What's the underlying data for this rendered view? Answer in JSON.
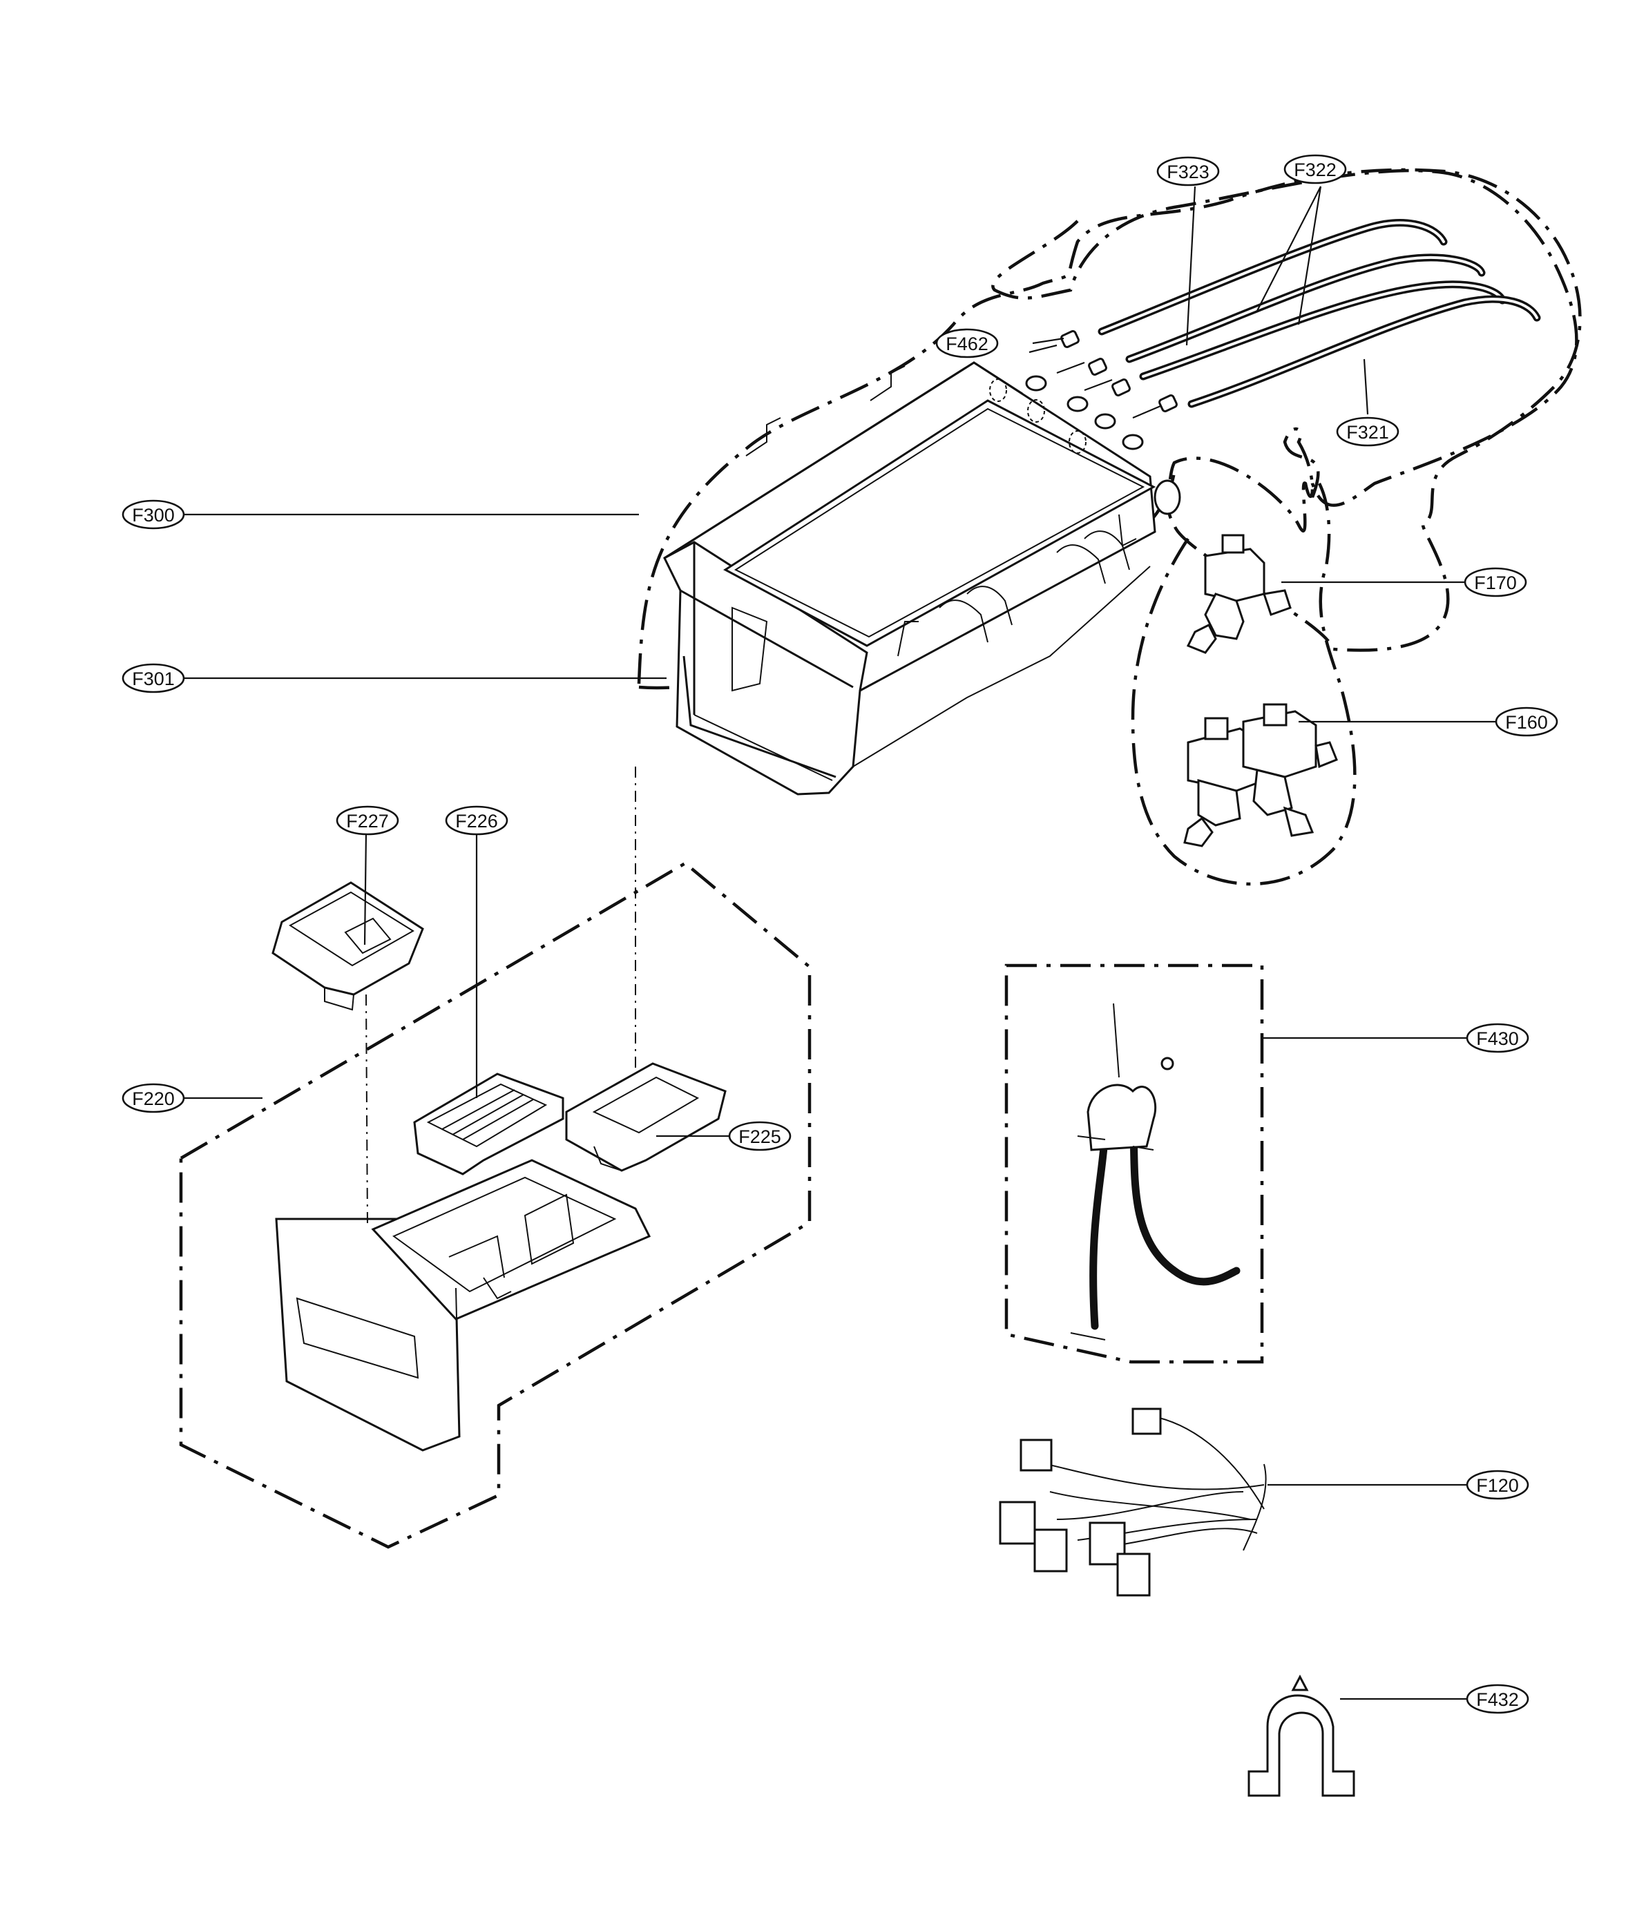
{
  "labels": {
    "F323": "F323",
    "F322": "F322",
    "F462": "F462",
    "F321": "F321",
    "F300": "F300",
    "F301": "F301",
    "F170": "F170",
    "F160": "F160",
    "F227": "F227",
    "F226": "F226",
    "F220": "F220",
    "F225": "F225",
    "F430": "F430",
    "F120": "F120",
    "F432": "F432"
  },
  "colors": {
    "line": "#111111",
    "background": "#ffffff"
  }
}
